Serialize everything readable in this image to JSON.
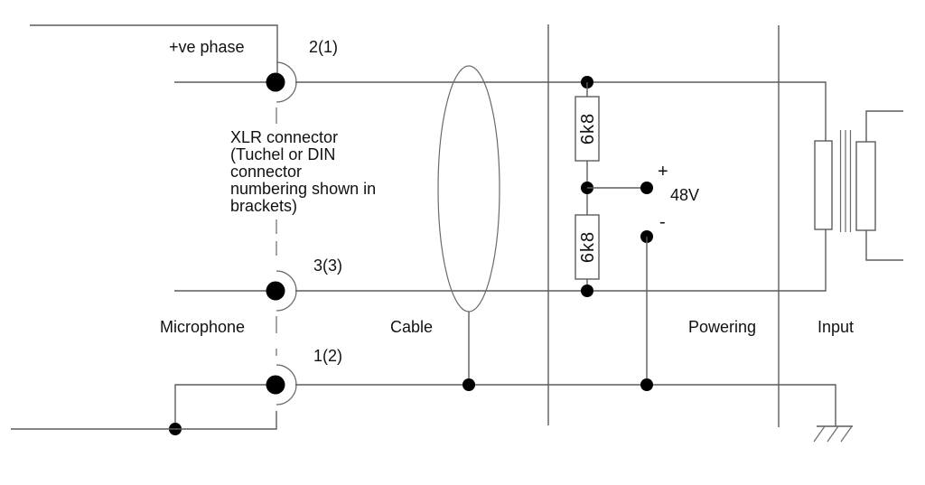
{
  "sections": {
    "microphone": "Microphone",
    "cable": "Cable",
    "powering": "Powering",
    "input": "Input"
  },
  "connector": {
    "phase_label": "+ve phase",
    "pin2_label": "2(1)",
    "pin3_label": "3(3)",
    "pin1_label": "1(2)",
    "note_lines": [
      "XLR connector",
      "(Tuchel or DIN",
      "connector",
      "numbering shown in",
      "brackets)"
    ]
  },
  "powering": {
    "resistor_upper": "6k8",
    "resistor_lower": "6k8",
    "plus": "+",
    "minus": "-",
    "voltage": "48V"
  },
  "colors": {
    "wire": "#5c5c5c",
    "text": "#111111",
    "dot": "#000000",
    "background": "#ffffff"
  }
}
